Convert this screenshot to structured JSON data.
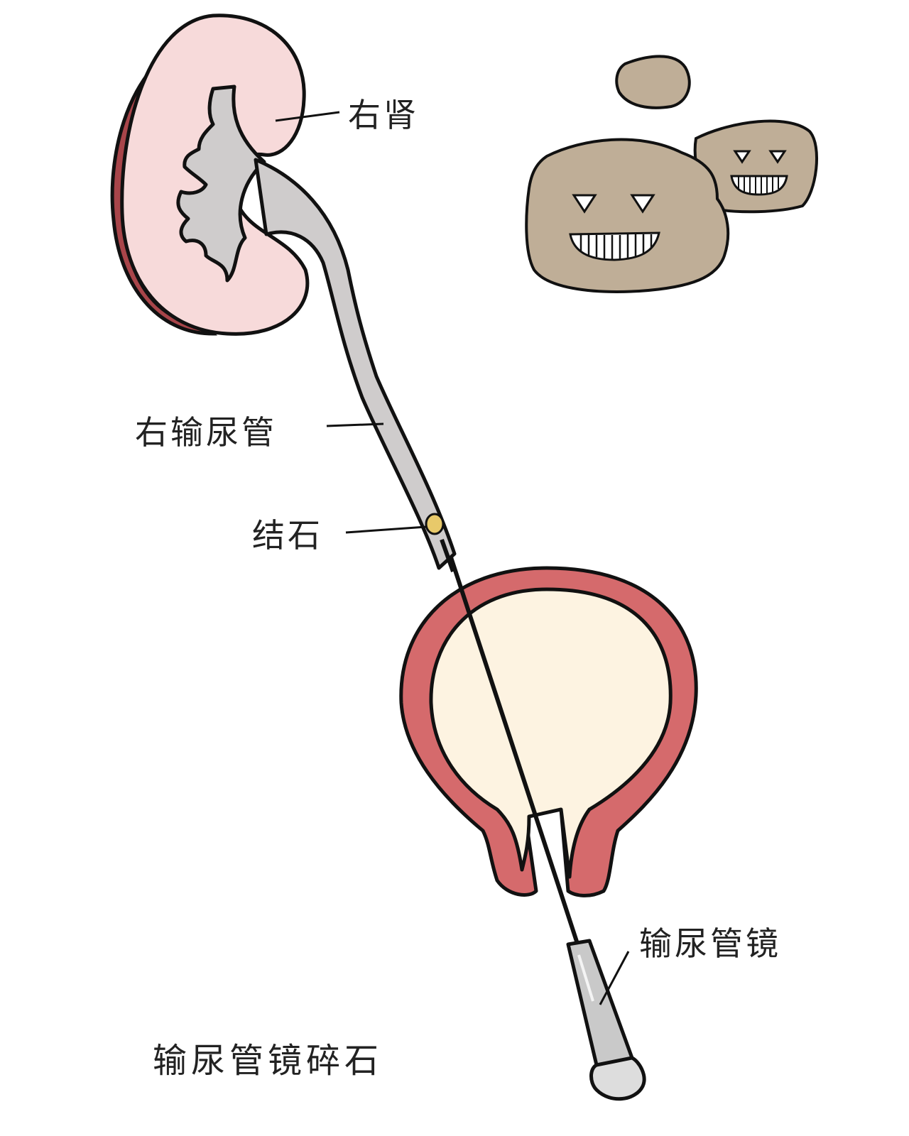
{
  "labels": {
    "kidney": "右肾",
    "ureter": "右输尿管",
    "stone": "结石",
    "ureteroscope": "输尿管镜"
  },
  "caption": "输尿管镜碎石",
  "colors": {
    "kidney_fill": "#f7dada",
    "kidney_edge": "#a8454a",
    "ureter_fill": "#cfcccc",
    "bladder_wall": "#d56a6c",
    "bladder_lumen": "#fdf3e1",
    "stone": "#e8c96a",
    "rock": "#bfae97",
    "outline": "#111111"
  }
}
